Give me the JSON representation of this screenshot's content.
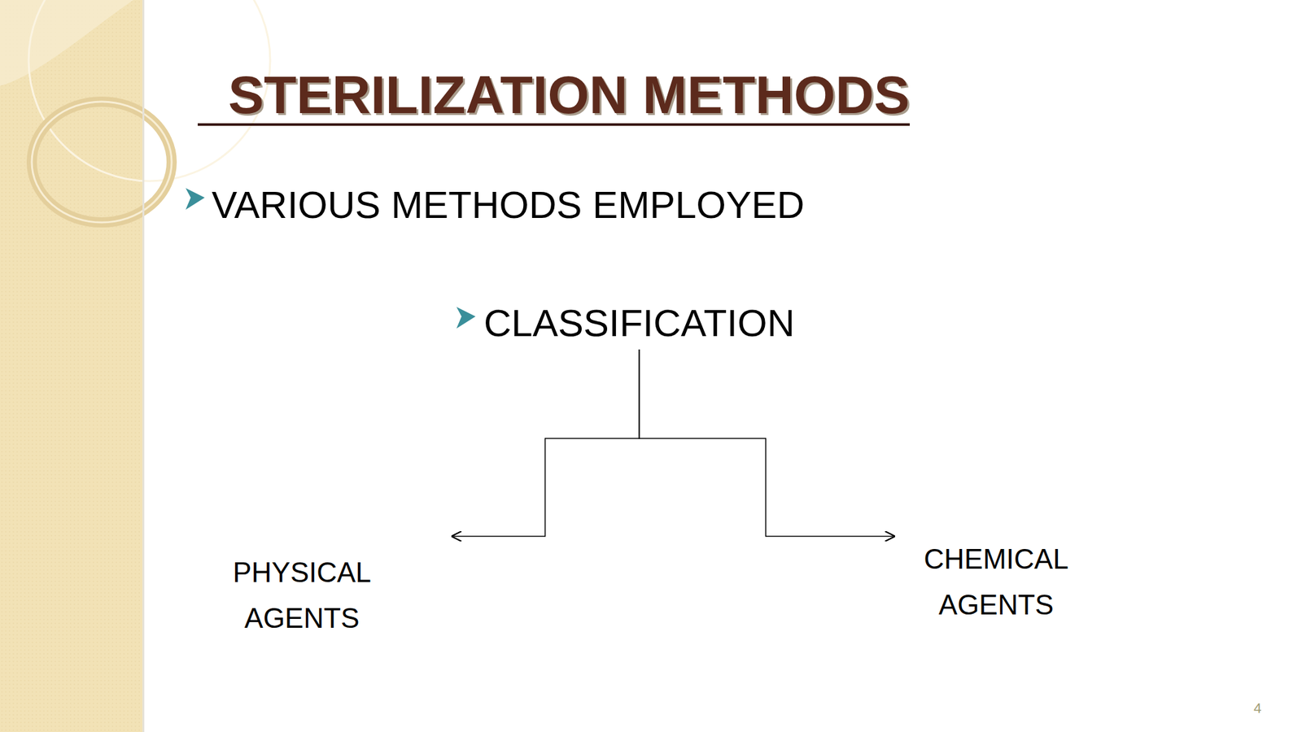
{
  "diagram": {
    "title": "STERILIZATION METHODS",
    "nodes": [
      {
        "text": [
          "CLASSIFICATION"
        ]
      },
      {
        "text": [
          "PHYSICAL AGENTS"
        ]
      },
      {
        "text": [
          "CHEMICAL AGENTS"
        ]
      }
    ],
    "edges": [
      {
        "from": 0,
        "to": 1,
        "arrow": "to"
      },
      {
        "from": 0,
        "to": 2,
        "arrow": "to"
      }
    ],
    "labels": [
      "VARIOUS METHODS EMPLOYED",
      "4"
    ]
  }
}
